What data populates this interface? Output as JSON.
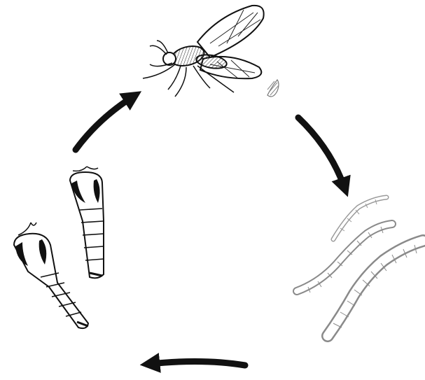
{
  "diagram": {
    "colors": {
      "ink": "#111111",
      "faint": "#9a9a9a",
      "background": "#ffffff"
    },
    "stages": [
      {
        "id": "adult",
        "icon": "adult-fly-icon"
      },
      {
        "id": "egg",
        "icon": "egg-cluster-icon"
      },
      {
        "id": "larva",
        "icon": "larva-icon"
      },
      {
        "id": "pupa",
        "icon": "pupa-icon"
      }
    ],
    "arrows": [
      {
        "from": "adult",
        "to": "egg-larva",
        "icon": "arrow-right-down-icon"
      },
      {
        "from": "larva",
        "to": "pupa",
        "icon": "arrow-bottom-left-icon"
      },
      {
        "from": "pupa",
        "to": "adult",
        "icon": "arrow-left-up-icon"
      }
    ]
  }
}
